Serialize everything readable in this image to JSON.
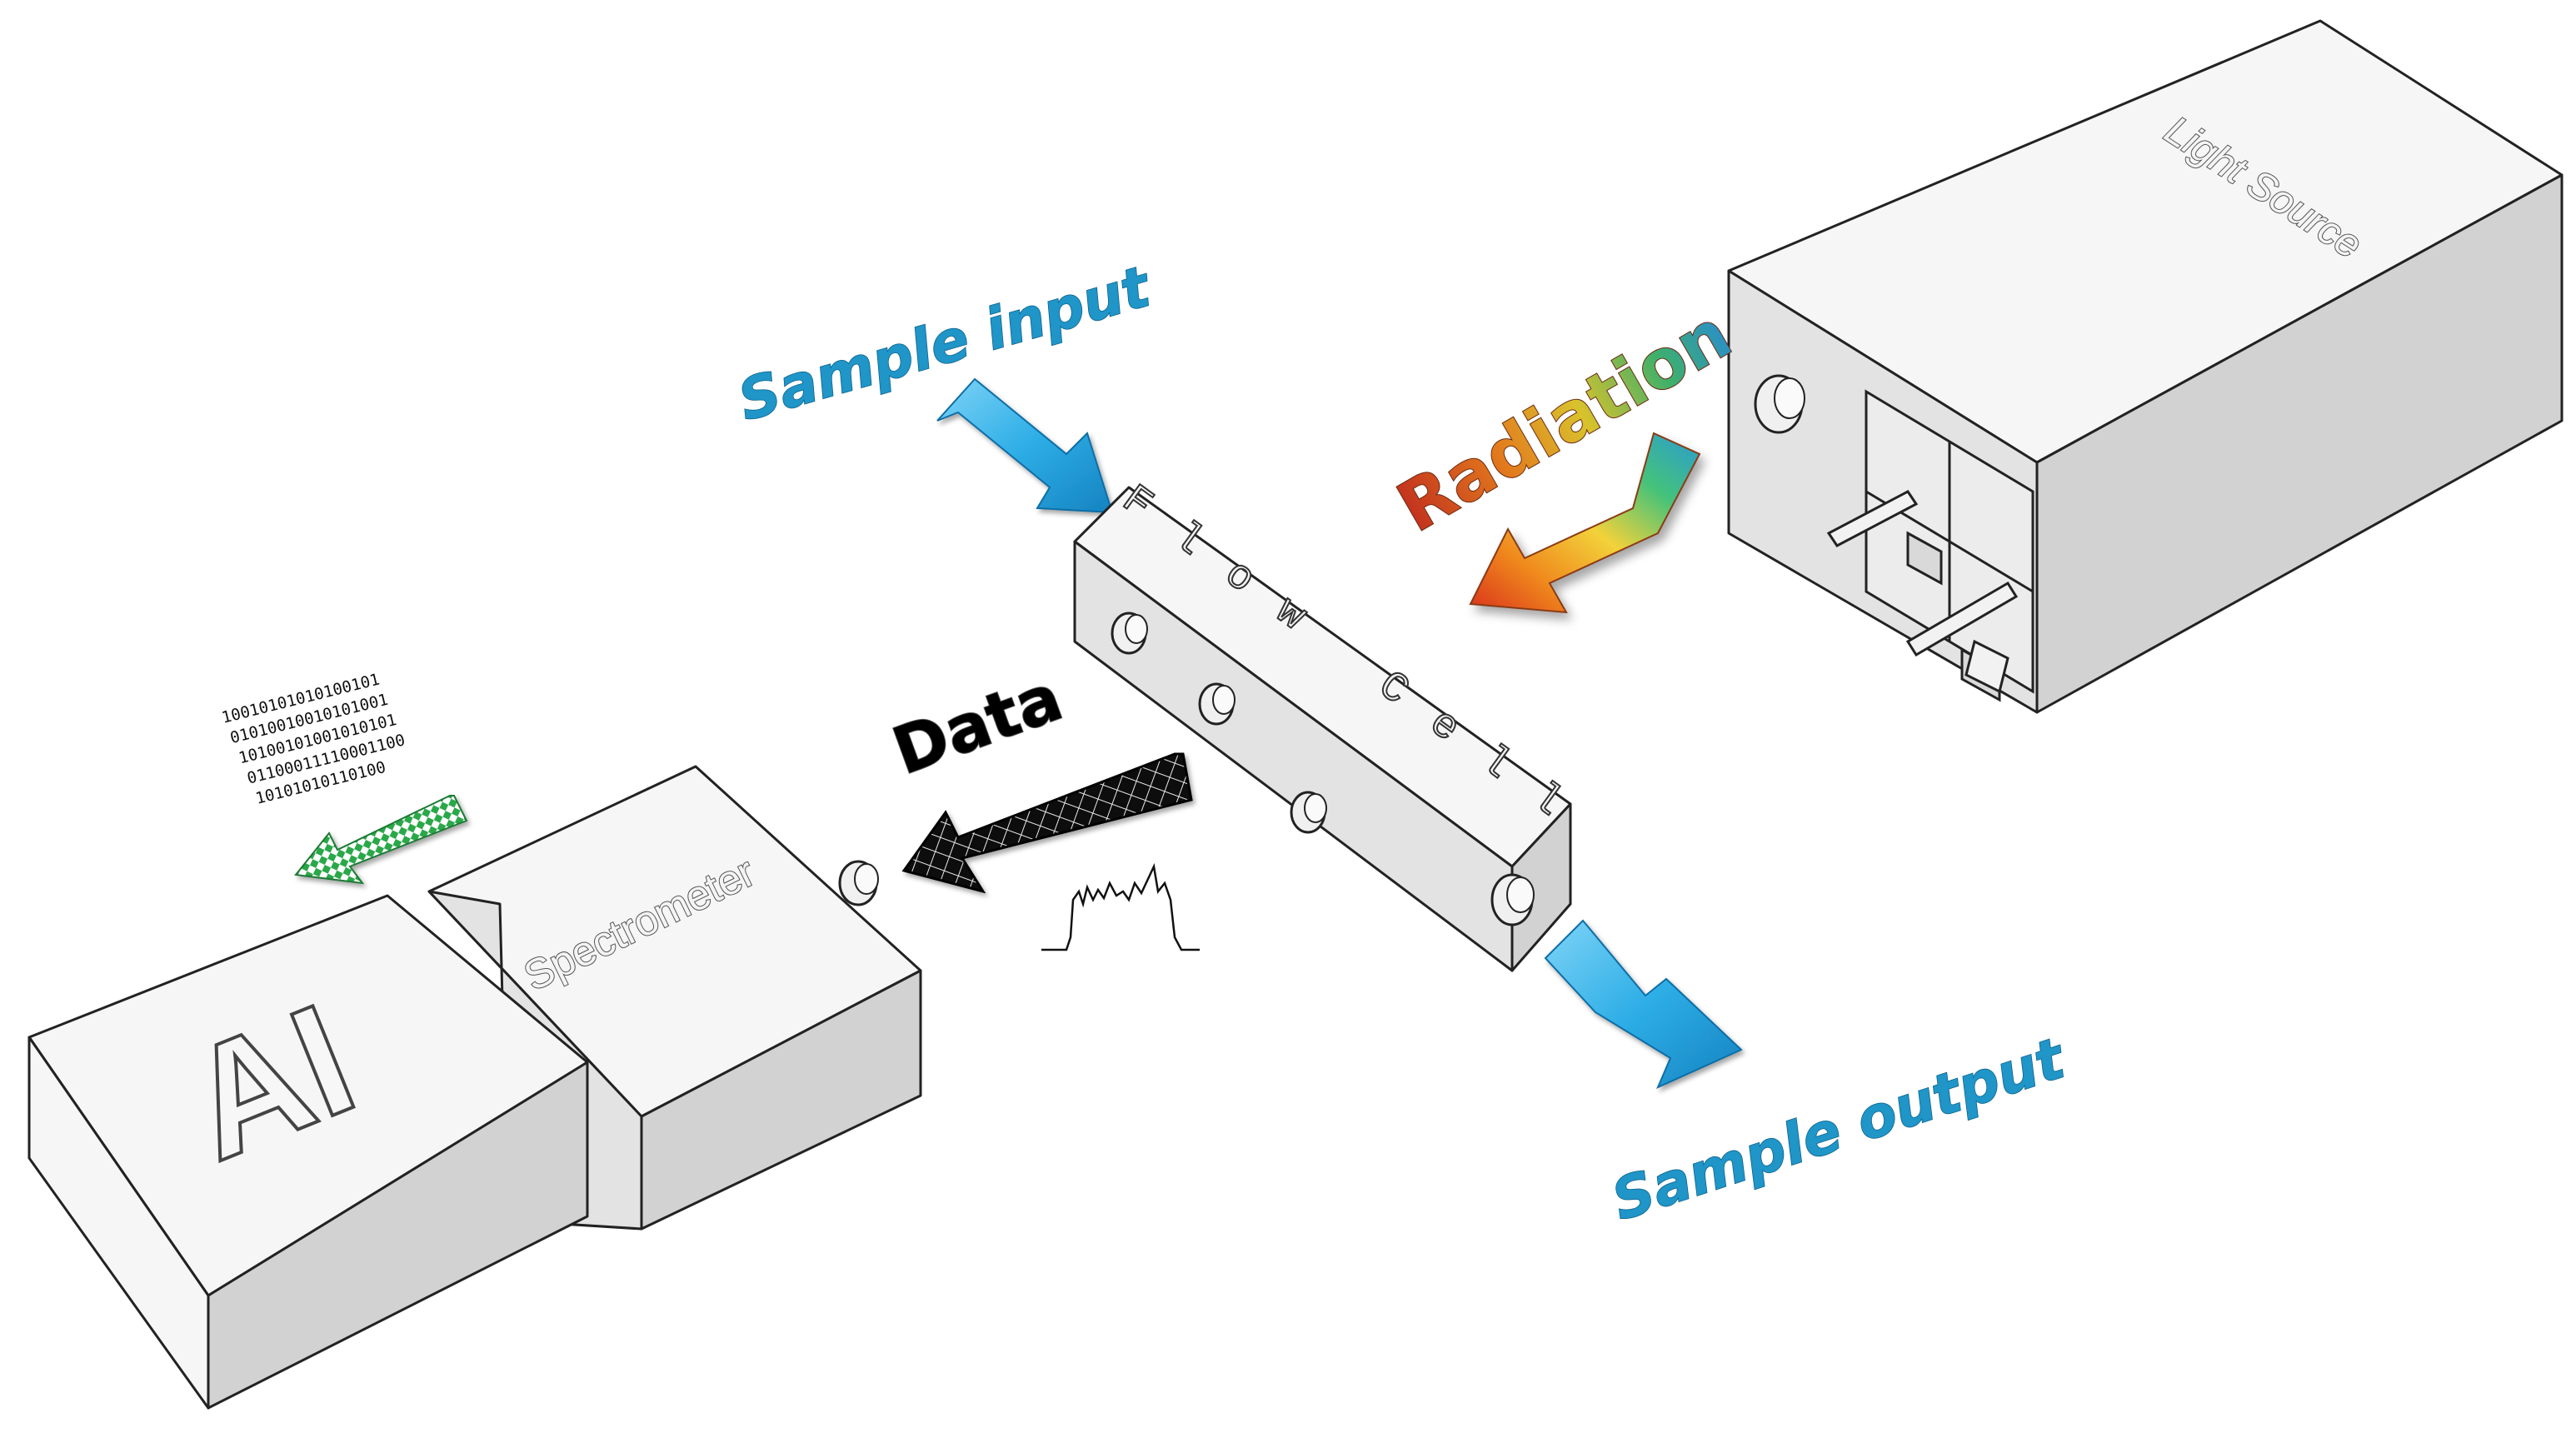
{
  "labels": {
    "sample_input": "Sample input",
    "sample_output": "Sample output",
    "radiation": "Radiation",
    "data": "Data",
    "light_source": "Light Source",
    "flow_cell": "Flow Cell",
    "spectrometer": "Spectrometer",
    "ai": "AI"
  },
  "binary_lines": [
    "10010101010100101",
    "01010010010101001",
    "10100101001010101",
    "01100011110001100",
    "10101010110100"
  ],
  "colors": {
    "sample_arrow": "#29a9e1",
    "sample_text": "#1f95c8",
    "data_arrow": "#111111",
    "output_arrow": "#2aa84a",
    "box_face": "#f6f6f6",
    "box_edge": "#222222"
  },
  "radiation_gradient": [
    "#2a9bd4",
    "#44c27a",
    "#f2d23a",
    "#f08a1e",
    "#d9321a"
  ]
}
